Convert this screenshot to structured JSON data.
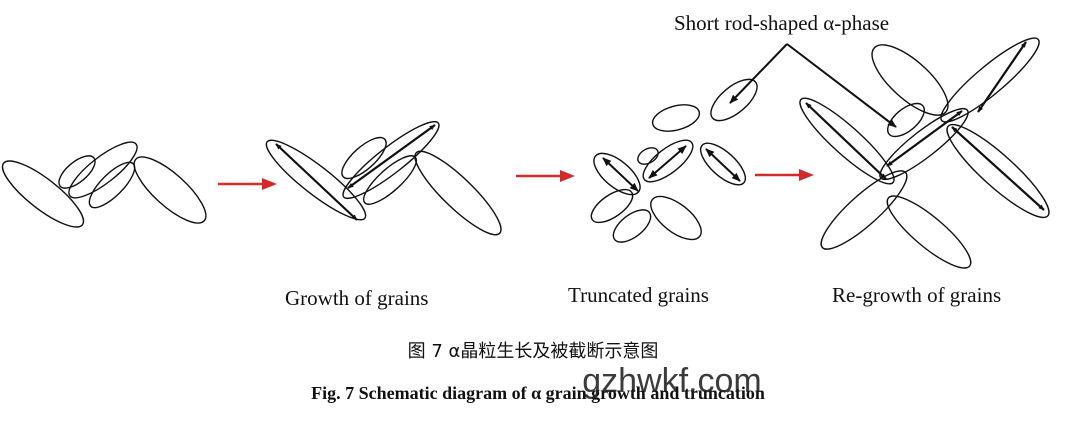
{
  "annotation": {
    "text": "Short rod-shaped α-phase"
  },
  "stages": [
    {
      "label": "Growth of grains"
    },
    {
      "label": "Truncated grains"
    },
    {
      "label": "Re-growth of grains"
    }
  ],
  "caption": {
    "chinese": "图 7 α晶粒生长及被截断示意图",
    "english": "Fig. 7 Schematic diagram of α grain growth and truncation"
  },
  "watermark": {
    "text": "gzhwkf.com"
  },
  "colors": {
    "arrow": "#d42a2a",
    "stroke": "#111111",
    "background": "#ffffff"
  }
}
